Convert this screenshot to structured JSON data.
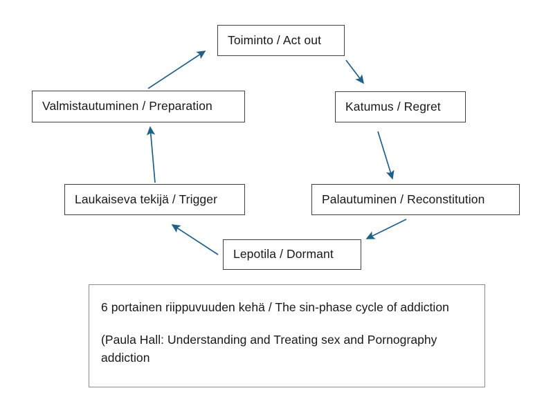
{
  "diagram": {
    "title_text": "6 portainen riippuvuuden kehä / The sin-phase cycle of addiction",
    "theme": {
      "arrow_color": "#1F6087",
      "node_border_color": "#3F3F3F",
      "caption_border_color": "#8A8A8A",
      "text_color": "#181818",
      "background_color": "#FFFFFF"
    },
    "nodes": [
      {
        "id": "act-out",
        "label": "Toiminto / Act out"
      },
      {
        "id": "preparation",
        "label": "Valmistautuminen / Preparation"
      },
      {
        "id": "regret",
        "label": "Katumus / Regret"
      },
      {
        "id": "trigger",
        "label": "Laukaiseva tekijä / Trigger"
      },
      {
        "id": "reconstitution",
        "label": "Palautuminen / Reconstitution"
      },
      {
        "id": "dormant",
        "label": "Lepotila / Dormant"
      }
    ],
    "arrows": [
      {
        "id": "preparation-to-act-out",
        "from": "preparation",
        "to": "act-out",
        "direction": "up-right"
      },
      {
        "id": "act-out-to-regret",
        "from": "act-out",
        "to": "regret",
        "direction": "down-right"
      },
      {
        "id": "regret-to-reconstitution",
        "from": "regret",
        "to": "reconstitution",
        "direction": "down"
      },
      {
        "id": "reconstitution-to-dormant",
        "from": "reconstitution",
        "to": "dormant",
        "direction": "down-left"
      },
      {
        "id": "dormant-to-trigger",
        "from": "dormant",
        "to": "trigger",
        "direction": "up-left"
      },
      {
        "id": "trigger-to-preparation",
        "from": "trigger",
        "to": "preparation",
        "direction": "up"
      }
    ],
    "caption": {
      "line1": "6 portainen riippuvuuden kehä / The sin-phase cycle of addiction",
      "line2": "(Paula Hall: Understanding and Treating sex and Pornography addiction"
    }
  }
}
